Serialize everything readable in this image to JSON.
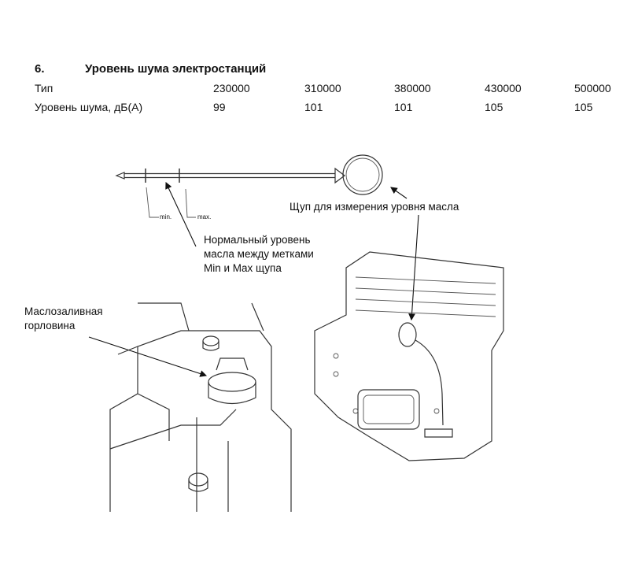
{
  "section": {
    "number": "6.",
    "title": "Уровень шума электростанций"
  },
  "noise_table": {
    "header_label": "Тип",
    "types": [
      "230000",
      "310000",
      "380000",
      "430000",
      "500000"
    ],
    "row_label": "Уровень шума, дБ(А)",
    "levels": [
      "99",
      "101",
      "101",
      "105",
      "105"
    ]
  },
  "figure": {
    "dipstick_label": "Щуп для измерения уровня масла",
    "normal_level_label": [
      "Нормальный уровень",
      "масла между метками",
      "Min и Max щупа"
    ],
    "min_mark": "min.",
    "max_mark": "max.",
    "filler_label": [
      "Маслозаливная",
      "горловина"
    ]
  }
}
